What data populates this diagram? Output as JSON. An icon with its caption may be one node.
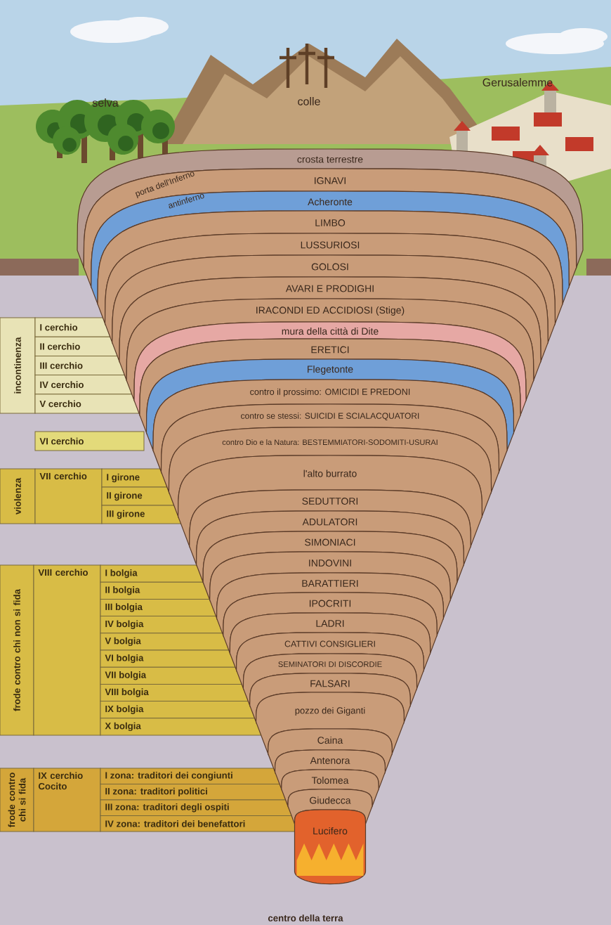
{
  "diagram": {
    "nodes": [
      {
        "text": [
          "crosta terrestre"
        ]
      },
      {
        "text": [
          "IGNAVI"
        ]
      },
      {
        "text": [
          "Acheronte"
        ]
      },
      {
        "text": [
          "LIMBO"
        ]
      },
      {
        "text": [
          "LUSSURIOSI"
        ]
      },
      {
        "text": [
          "GOLOSI"
        ]
      },
      {
        "text": [
          "AVARI E PRODIGHI"
        ]
      },
      {
        "text": [
          "IRACONDI ED ACCIDIOSI (Stige)"
        ]
      },
      {
        "text": [
          "mura della città di Dite"
        ]
      },
      {
        "text": [
          "ERETICI"
        ]
      },
      {
        "text": [
          "Flegetonte"
        ]
      },
      {
        "text": [
          "contro il prossimo: OMICIDI E PREDONI"
        ]
      },
      {
        "text": [
          "contro se stessi: SUICIDI E SCIALACQUATORI"
        ]
      },
      {
        "text": [
          "contro Dio e la Natura: BESTEMMIATORI-SODOMITI-USURAI"
        ]
      },
      {
        "text": [
          "l'alto burrato"
        ]
      },
      {
        "text": [
          "SEDUTTORI"
        ]
      },
      {
        "text": [
          "ADULATORI"
        ]
      },
      {
        "text": [
          "SIMONIACI"
        ]
      },
      {
        "text": [
          "INDOVINI"
        ]
      },
      {
        "text": [
          "BARATTIERI"
        ]
      },
      {
        "text": [
          "IPOCRITI"
        ]
      },
      {
        "text": [
          "LADRI"
        ]
      },
      {
        "text": [
          "CATTIVI CONSIGLIERI"
        ]
      },
      {
        "text": [
          "SEMINATORI DI DISCORDIE"
        ]
      },
      {
        "text": [
          "FALSARI"
        ]
      },
      {
        "text": [
          "pozzo dei Giganti"
        ]
      },
      {
        "text": [
          "Caina"
        ]
      },
      {
        "text": [
          "Antenora"
        ]
      },
      {
        "text": [
          "Tolomea"
        ]
      },
      {
        "text": [
          "Giudecca"
        ]
      },
      {
        "text": [
          "Lucifero"
        ]
      }
    ],
    "labels": [
      "selva",
      "colle",
      "Gerusalemme",
      "porta dell'Inferno",
      "antinferno",
      "incontinenza",
      "I cerchio",
      "II cerchio",
      "III cerchio",
      "IV cerchio",
      "V cerchio",
      "VI cerchio",
      "violenza",
      "VII cerchio",
      "I girone",
      "II girone",
      "III girone",
      "frode contro chi non si fida",
      "VIII cerchio",
      "I bolgia",
      "II bolgia",
      "III bolgia",
      "IV bolgia",
      "V bolgia",
      "VI bolgia",
      "VII bolgia",
      "VIII bolgia",
      "IX bolgia",
      "X bolgia",
      "frode contro chi si fida",
      "IX cerchio Cocito",
      "I zona: traditori dei congiunti",
      "II zona: traditori politici",
      "III zona: traditori degli ospiti",
      "IV zona: traditori dei benefattori",
      "centro della terra"
    ]
  }
}
